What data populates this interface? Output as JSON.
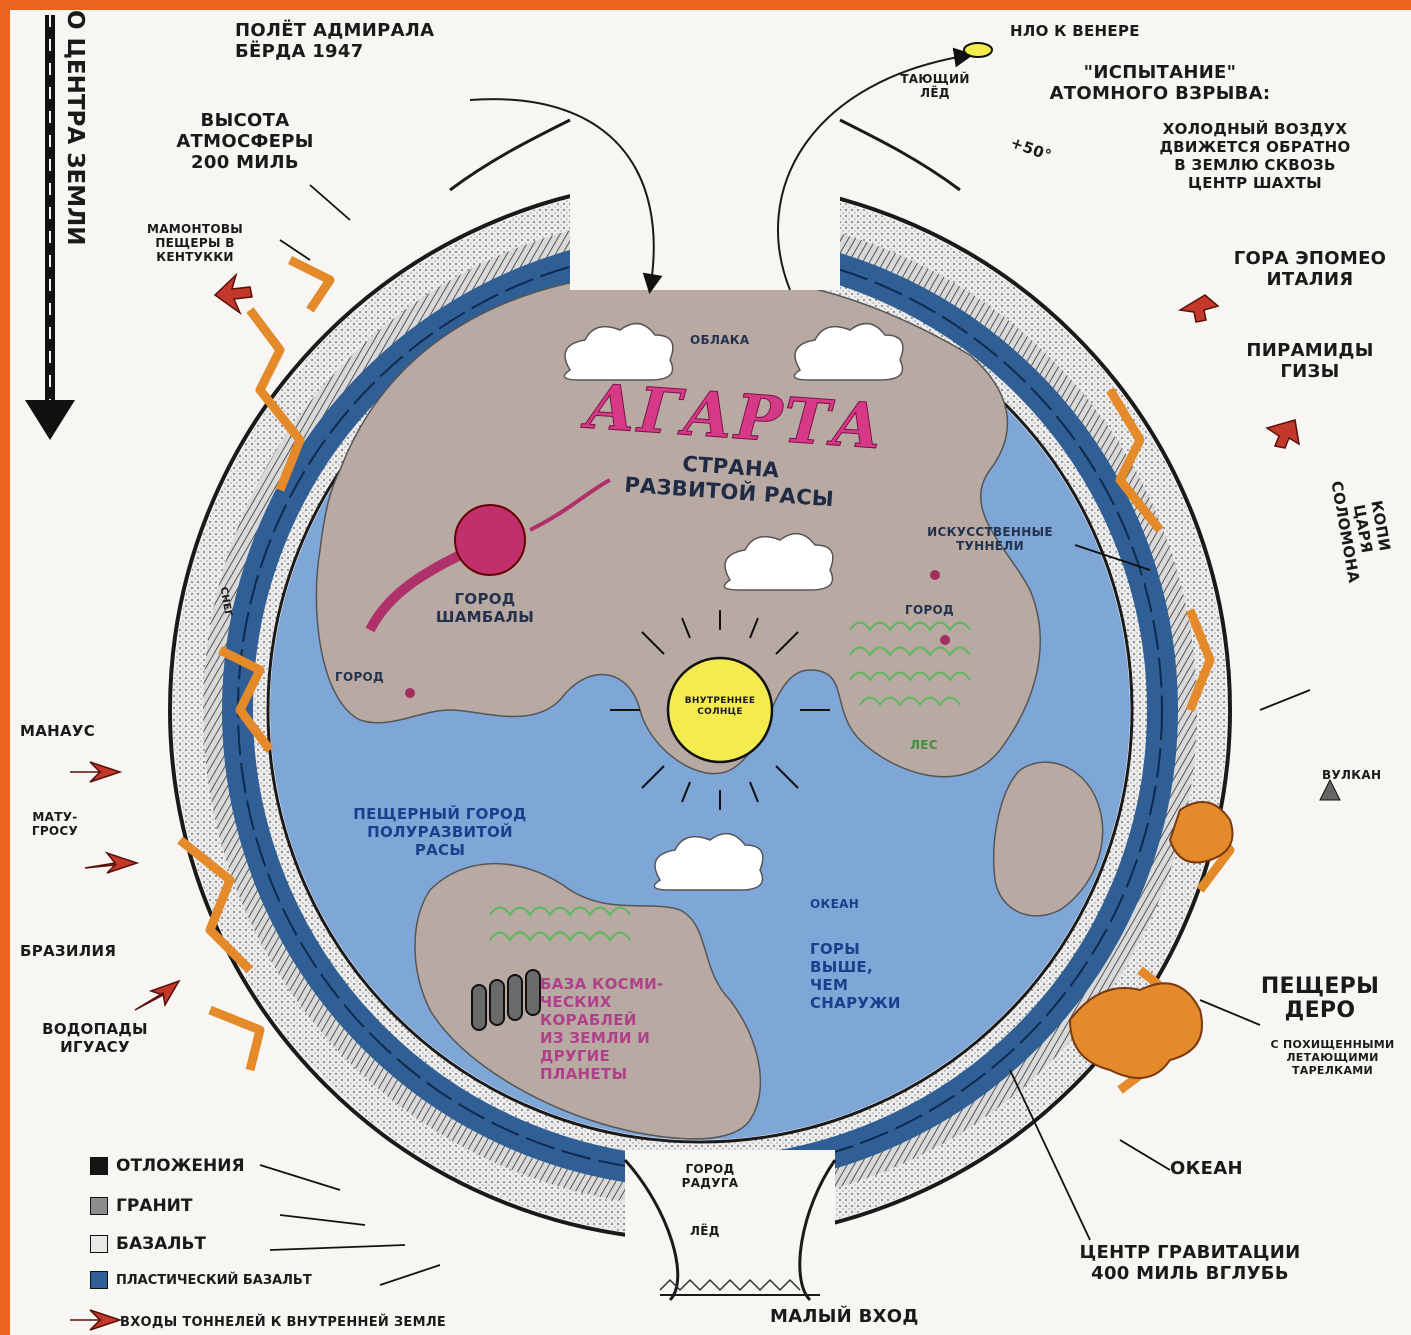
{
  "colors": {
    "frame": "#e8641f",
    "paper": "#f7f6f2",
    "land": "#b8a9a2",
    "ocean": "#7ea7d8",
    "crust_blue": "#2f5f95",
    "lava": "#e58a2a",
    "sun": "#f4ec4e",
    "title_pink": "#d63a86"
  },
  "side_arrow": {
    "label": "О ЦЕНТРА ЗЕМЛИ"
  },
  "title": {
    "main": "АГАРТА",
    "subtitle": "СТРАНА\nРАЗВИТОЙ РАСЫ"
  },
  "labels": {
    "byrd_flight": "ПОЛЁТ АДМИРАЛА\nБЁРДА 1947",
    "atmosphere": "ВЫСОТА\nАТМОСФЕРЫ\n200 МИЛЬ",
    "mammoth_caves": "МАМОНТОВЫ\nПЕЩЕРЫ В\nКЕНТУККИ",
    "ufo_venus": "НЛО К ВЕНЕРЕ",
    "melting_ice": "ТАЮЩИЙ\nЛЁД",
    "atomic_test": "\"ИСПЫТАНИЕ\"\nАТОМНОГО ВЗРЫВА:",
    "cold_air": "ХОЛОДНЫЙ ВОЗДУХ\nДВИЖЕТСЯ ОБРАТНО\nВ ЗЕМЛЮ СКВОЗЬ\nЦЕНТР ШАХТЫ",
    "temperature": "+50°",
    "epomeo": "ГОРА ЭПОМЕО\nИТАЛИЯ",
    "giza": "ПИРАМИДЫ\nГИЗЫ",
    "solomon": "КОПИ\nЦАРЯ\nСОЛОМОНА",
    "clouds": "ОБЛАКА",
    "tunnels": "ИСКУССТВЕННЫЕ\nТУННЕЛИ",
    "city_right": "ГОРОД",
    "city_left": "ГОРОД",
    "shambala": "ГОРОД\nШАМБАЛЫ",
    "inner_sun": "ВНУТРЕННЕЕ\nСОЛНЦЕ",
    "forest": "ЛЕС",
    "manaus": "МАНАУС",
    "mato_grosso": "МАТУ-\nГРОСУ",
    "volcano": "ВУЛКАН",
    "cave_city": "ПЕЩЕРНЫЙ ГОРОД\nПОЛУРАЗВИТОЙ\nРАСЫ",
    "ocean_inner": "ОКЕАН",
    "mountains": "ГОРЫ\nВЫШЕ,\nЧЕМ\nСНАРУЖИ",
    "brasilia": "БРАЗИЛИЯ",
    "iguazu": "ВОДОПАДЫ\nИГУАСУ",
    "spaceship_base": "БАЗА КОСМИ-\nЧЕСКИХ\nКОРАБЛЕЙ\nИЗ ЗЕМЛИ И\nДРУГИЕ\nПЛАНЕТЫ",
    "dero_caves": "ПЕЩЕРЫ\nДЕРО",
    "dero_sub": "С ПОХИЩЕННЫМИ\nЛЕТАЮЩИМИ\nТАРЕЛКАМИ",
    "ocean_outer": "ОКЕАН",
    "rainbow_city": "ГОРОД\nРАДУГА",
    "ice": "ЛЁД",
    "gravity_center": "ЦЕНТР ГРАВИТАЦИИ\n400 МИЛЬ ВГЛУБЬ",
    "small_entrance": "МАЛЫЙ ВХОД",
    "tunnel_entrances": "ВХОДЫ ТОННЕЛЕЙ К ВНУТРЕННЕЙ ЗЕМЛЕ",
    "snow_left": "СНЕГ"
  },
  "legend": [
    {
      "label": "ОТЛОЖЕНИЯ",
      "color": "#151515"
    },
    {
      "label": "ГРАНИТ",
      "color": "#8c8c8c"
    },
    {
      "label": "БАЗАЛЬТ",
      "color": "#e8e8e8"
    },
    {
      "label": "ПЛАСТИЧЕСКИЙ БАЗАЛЬТ",
      "color": "#2f5f95"
    }
  ]
}
